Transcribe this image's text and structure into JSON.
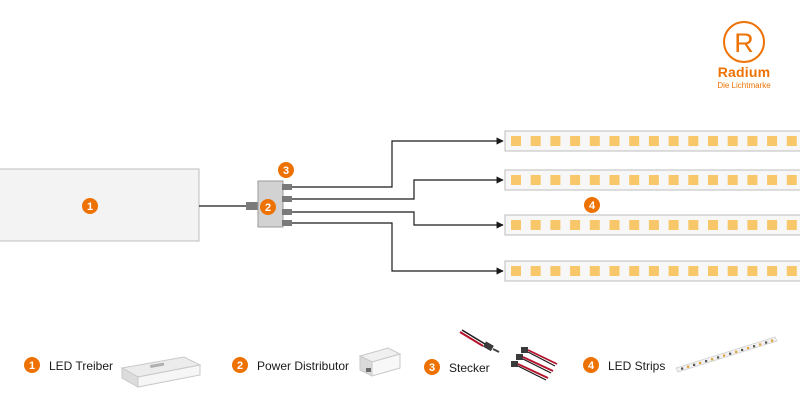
{
  "brand": {
    "logo_letter": "R",
    "name": "Radium",
    "tagline": "Die Lichtmarke",
    "color": "#ee7203"
  },
  "colors": {
    "badge": "#ee7203",
    "led_chip": "#f7c76a",
    "strip_fill": "#f7f7f7",
    "strip_border": "#bdbdbd",
    "driver_fill": "#f3f3f3",
    "distributor_fill": "#d2d2d2",
    "wire": "#1a1a1a"
  },
  "diagram": {
    "driver_badge": "1",
    "distributor_badge": "2",
    "connector_badge": "3",
    "strips_badge": "4",
    "strip_count": 4,
    "leds_per_strip": 15
  },
  "legend": [
    {
      "number": "1",
      "label": "LED Treiber",
      "icon": "led-driver-icon"
    },
    {
      "number": "2",
      "label": "Power Distributor",
      "icon": "power-distributor-icon"
    },
    {
      "number": "3",
      "label": "Stecker",
      "icon": "connector-cables-icon"
    },
    {
      "number": "4",
      "label": "LED Strips",
      "icon": "led-strip-icon"
    }
  ]
}
